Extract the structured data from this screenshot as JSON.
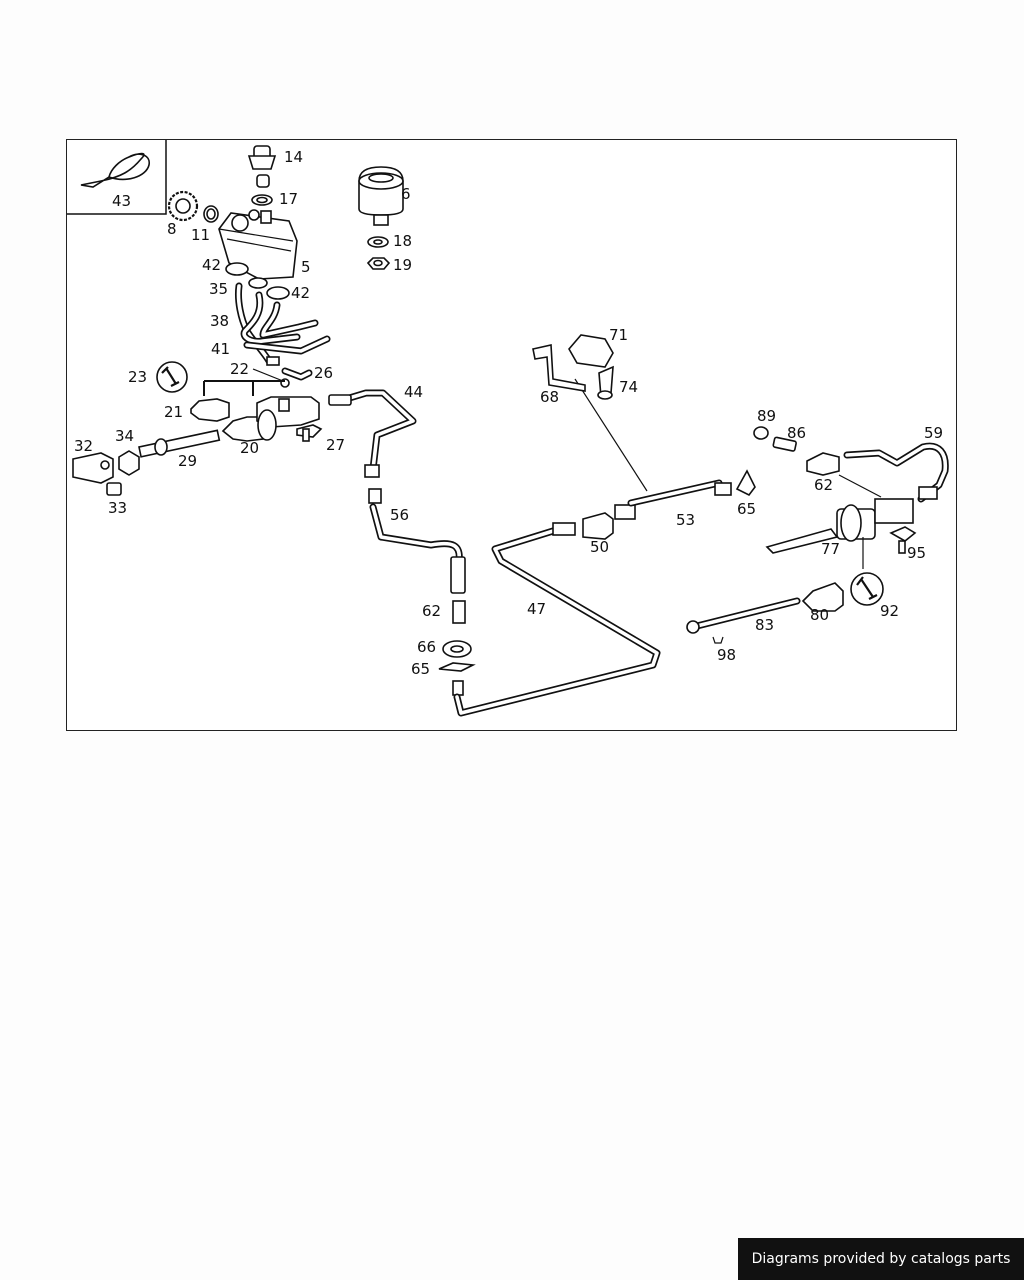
{
  "footer": {
    "credit": "Diagrams provided by catalogs parts"
  },
  "callouts": {
    "c43": "43",
    "c14": "14",
    "c17": "17",
    "c6": "6",
    "c8": "8",
    "c11": "11",
    "c5": "5",
    "c18": "18",
    "c19": "19",
    "c42a": "42",
    "c35": "35",
    "c42b": "42",
    "c38": "38",
    "c41": "41",
    "c22": "22",
    "c26": "26",
    "c23": "23",
    "c21": "21",
    "c44": "44",
    "c20": "20",
    "c27": "27",
    "c34": "34",
    "c32": "32",
    "c29": "29",
    "c33": "33",
    "c71": "71",
    "c74": "74",
    "c68": "68",
    "c89": "89",
    "c86": "86",
    "c59": "59",
    "c62a": "62",
    "c65a": "65",
    "c53": "53",
    "c56": "56",
    "c50": "50",
    "c77": "77",
    "c95": "95",
    "c47": "47",
    "c62b": "62",
    "c80": "80",
    "c92": "92",
    "c83": "83",
    "c66": "66",
    "c65b": "65",
    "c98": "98"
  }
}
